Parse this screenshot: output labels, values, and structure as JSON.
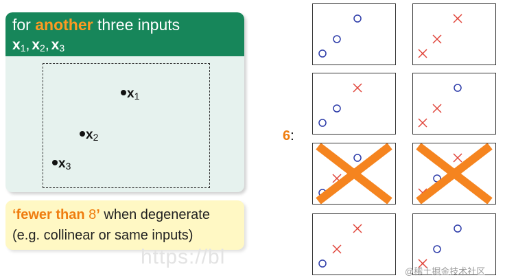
{
  "main_box": {
    "header_pre": "for ",
    "header_highlight": "another",
    "header_post": " three inputs",
    "vector_symbol": "x",
    "subscripts": [
      "1",
      "2",
      "3"
    ],
    "separator": ","
  },
  "points": [
    {
      "symbol": "x",
      "sub": "1"
    },
    {
      "symbol": "x",
      "sub": "2"
    },
    {
      "symbol": "x",
      "sub": "3"
    }
  ],
  "note_box": {
    "line1_highlight": "‘fewer than ",
    "line1_number": "8",
    "line1_close": "’",
    "line1_rest": " when degenerate",
    "line2": "(e.g. collinear or same inputs)"
  },
  "dichotomy_count": {
    "number": "6",
    "suffix": ":"
  },
  "dichotomies": [
    {
      "labels": [
        "o",
        "o",
        "o"
      ],
      "crossed_out": false
    },
    {
      "labels": [
        "x",
        "x",
        "x"
      ],
      "crossed_out": false
    },
    {
      "labels": [
        "x",
        "o",
        "o"
      ],
      "crossed_out": false
    },
    {
      "labels": [
        "o",
        "x",
        "x"
      ],
      "crossed_out": false
    },
    {
      "labels": [
        "o",
        "x",
        "o"
      ],
      "crossed_out": true
    },
    {
      "labels": [
        "x",
        "o",
        "x"
      ],
      "crossed_out": true
    },
    {
      "labels": [
        "x",
        "x",
        "o"
      ],
      "crossed_out": false
    },
    {
      "labels": [
        "o",
        "o",
        "x"
      ],
      "crossed_out": false
    }
  ],
  "watermarks": {
    "left": "https://bl",
    "right": "@稀土掘金技术社区"
  },
  "colors": {
    "header_green": "#17865a",
    "panel_mint": "#e6f2ee",
    "highlight_orange": "#ef7d0f",
    "note_yellow": "#fff8c4",
    "circle_blue": "#2b3aa8",
    "cross_red": "#e0443a",
    "big_x_orange": "#f5841f"
  }
}
